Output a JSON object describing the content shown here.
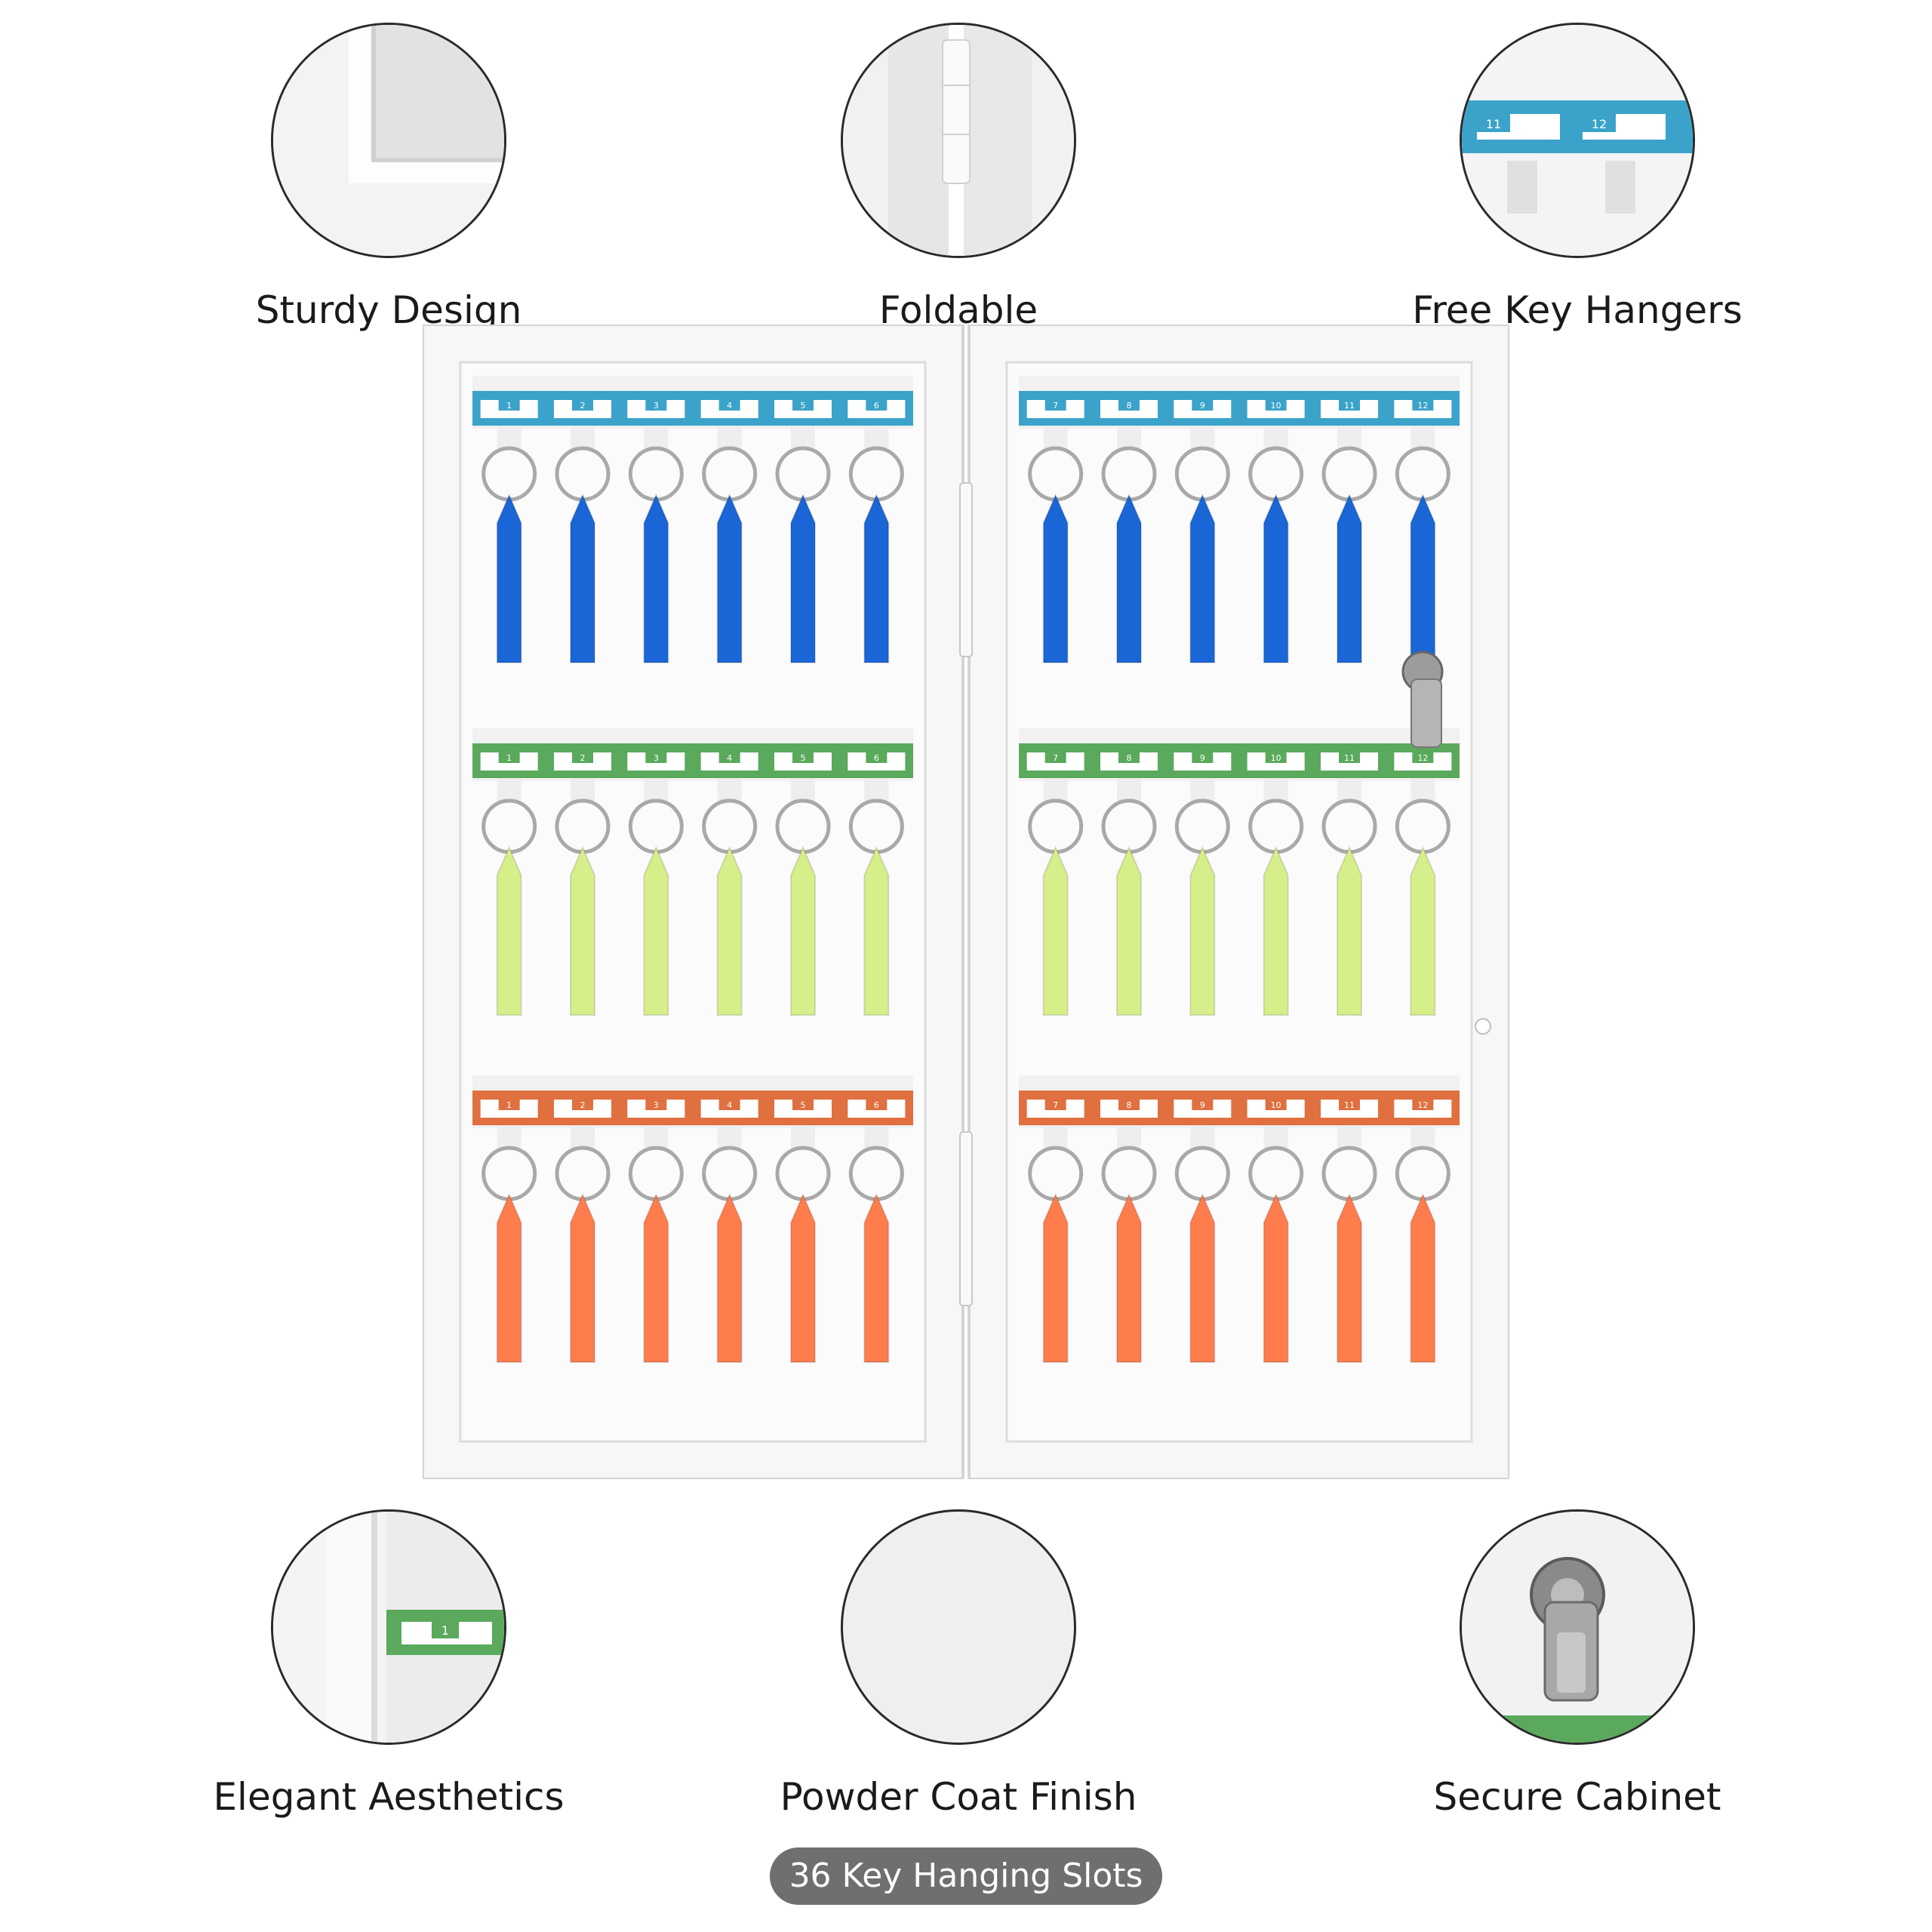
{
  "features": [
    {
      "id": "sturdy",
      "label": "Sturdy Design"
    },
    {
      "id": "fold",
      "label": "Foldable"
    },
    {
      "id": "hangers",
      "label": "Free Key Hangers",
      "tag_numbers": [
        "11",
        "12"
      ]
    },
    {
      "id": "elegant",
      "label": "Elegant Aesthetics",
      "tag_number": "1"
    },
    {
      "id": "powder",
      "label": "Powder Coat Finish"
    },
    {
      "id": "secure",
      "label": "Secure Cabinet"
    }
  ],
  "badge": {
    "label": "36 Key Hanging Slots"
  },
  "cabinet": {
    "left_door_numbers": [
      "1",
      "2",
      "3",
      "4",
      "5",
      "6"
    ],
    "right_door_numbers": [
      "7",
      "8",
      "9",
      "10",
      "11",
      "12"
    ],
    "rows": [
      {
        "name": "blue",
        "strip_color": "#3ba3c9",
        "tag_color": "#1a66d6"
      },
      {
        "name": "green",
        "strip_color": "#5aa95c",
        "tag_color": "#d7ef8a"
      },
      {
        "name": "orange",
        "strip_color": "#e0703f",
        "tag_color": "#ff7d4d"
      }
    ]
  }
}
